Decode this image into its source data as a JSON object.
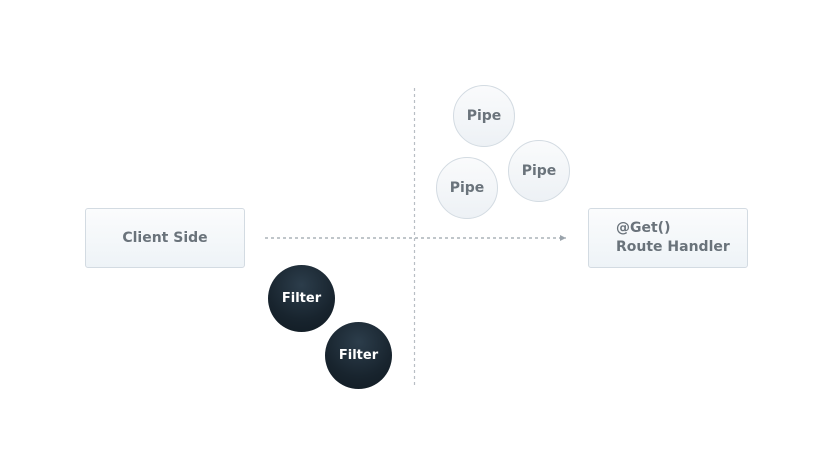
{
  "client": {
    "label": "Client Side"
  },
  "handler": {
    "decorator": "@Get()",
    "label": "Route Handler"
  },
  "pipes": [
    {
      "label": "Pipe"
    },
    {
      "label": "Pipe"
    },
    {
      "label": "Pipe"
    }
  ],
  "filters": [
    {
      "label": "Filter"
    },
    {
      "label": "Filter"
    }
  ],
  "colors": {
    "box_text": "#6a737b",
    "box_border": "#d3dbe2",
    "filter_fill": "#18242e",
    "filter_text": "#ffffff",
    "connector": "#9aa3ab"
  }
}
